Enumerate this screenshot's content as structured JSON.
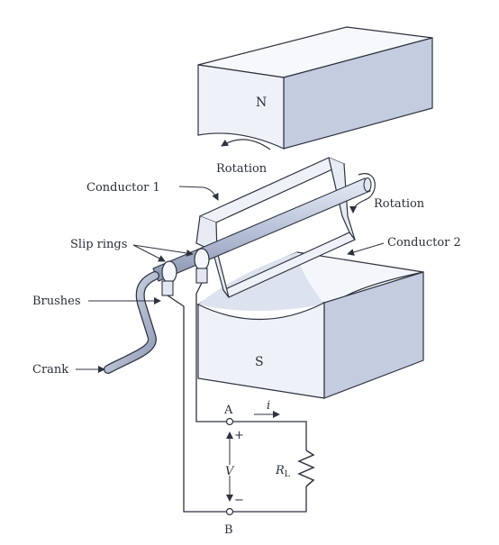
{
  "magnets": {
    "north_letter": "N",
    "south_letter": "S"
  },
  "labels": {
    "rotation_top": "Rotation",
    "rotation_right": "Rotation",
    "conductor_1": "Conductor 1",
    "conductor_2": "Conductor 2",
    "slip_rings": "Slip rings",
    "brushes": "Brushes",
    "crank": "Crank"
  },
  "circuit": {
    "node_a": "A",
    "node_b": "B",
    "current": "i",
    "voltage": "V",
    "plus": "+",
    "minus": "−",
    "resistor_main": "R",
    "resistor_sub": "L"
  },
  "colors": {
    "magnet_face": "#eef1f8",
    "magnet_side": "#c4cce0",
    "magnet_top": "#f6f8fc",
    "outline": "#2f3340",
    "shaft": "#b8c2d8",
    "conductor_loop": "#eef2f8"
  }
}
